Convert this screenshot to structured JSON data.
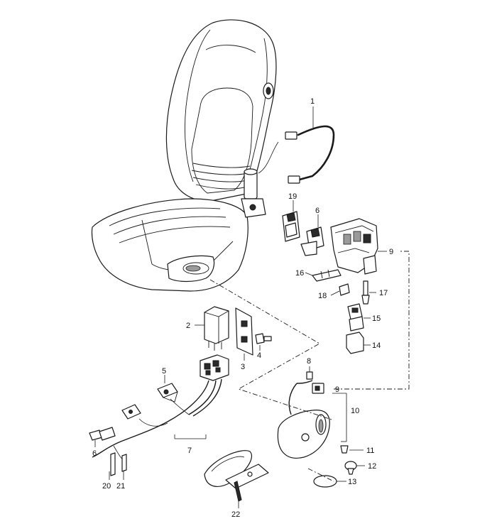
{
  "labels": {
    "p1": "1",
    "p2": "2",
    "p3": "3",
    "p4": "4",
    "p5": "5",
    "p6a": "6",
    "p6b": "6",
    "p7": "7",
    "p8": "8",
    "p9a": "9",
    "p9b": "9",
    "p10": "10",
    "p11": "11",
    "p12": "12",
    "p13": "13",
    "p14": "14",
    "p15": "15",
    "p16": "16",
    "p17": "17",
    "p18": "18",
    "p19": "19",
    "p20": "20",
    "p21": "21",
    "p22": "22"
  }
}
